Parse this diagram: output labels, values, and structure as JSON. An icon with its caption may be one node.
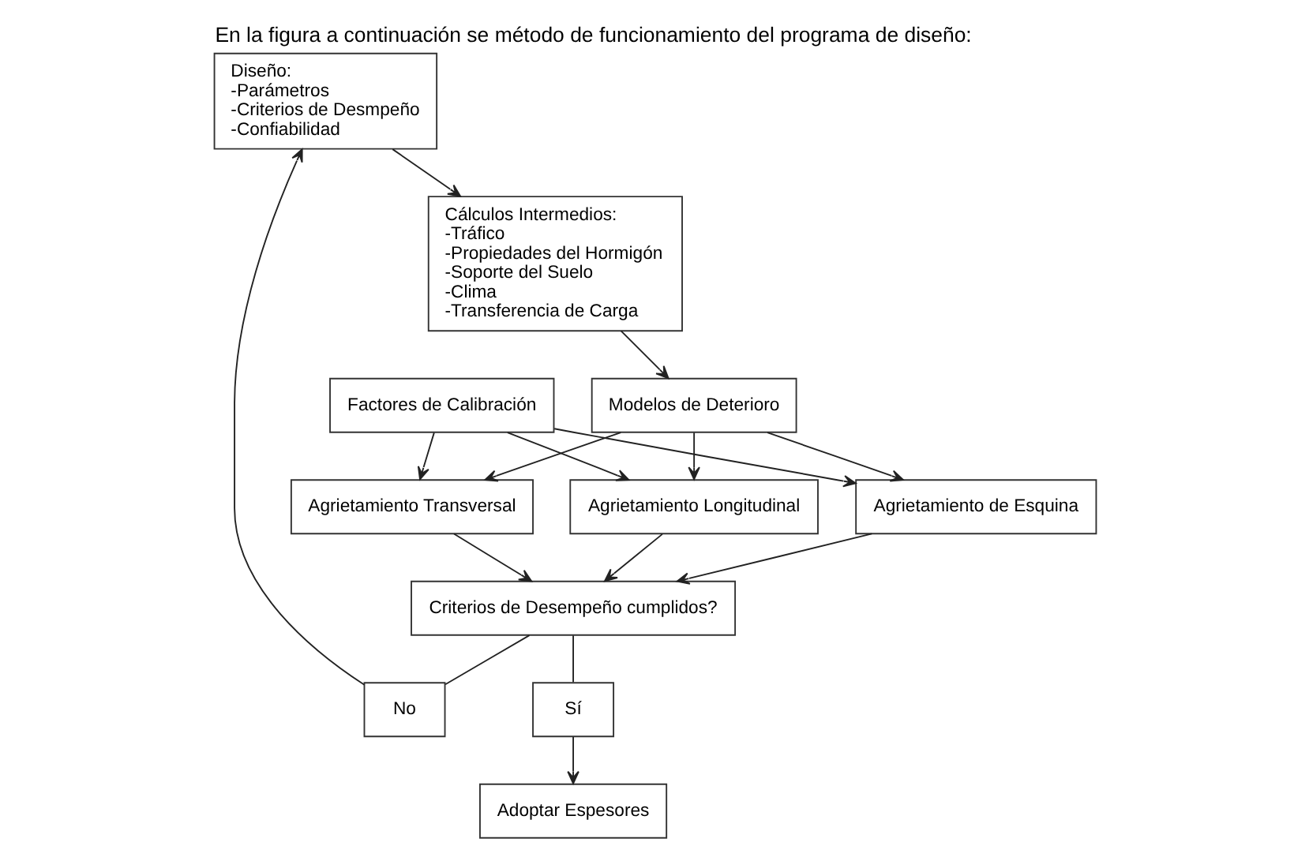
{
  "diagram": {
    "title": "En la figura a continuación se método de funcionamiento del programa de diseño:",
    "nodes": [
      {
        "text": [
          "Diseño:",
          "-Parámetros",
          "-Criterios de Desmpeño",
          "-Confiabilidad"
        ]
      },
      {
        "text": [
          "Cálculos Intermedios:",
          "-Tráfico",
          "-Propiedades del Hormigón",
          "-Soporte del Suelo",
          "-Clima",
          "-Transferencia de Carga"
        ]
      },
      {
        "text": [
          "Modelos de Deterioro"
        ]
      },
      {
        "text": [
          "No"
        ]
      },
      {
        "text": [
          "Agrietamiento Transversal"
        ]
      },
      {
        "text": [
          "Agrietamiento Longitudinal"
        ]
      },
      {
        "text": [
          "Agrietamiento de Esquina"
        ]
      },
      {
        "text": [
          "Criterios de Desempeño cumplidos?"
        ]
      },
      {
        "text": [
          "Sí"
        ]
      },
      {
        "text": [
          "Factores de Calibración"
        ]
      },
      {
        "text": [
          "Adoptar Espesores"
        ]
      }
    ],
    "edges": [
      {
        "from": 0,
        "to": 1,
        "arrow": "to"
      },
      {
        "from": 1,
        "to": 2,
        "arrow": "to"
      },
      {
        "from": 2,
        "to": 4,
        "arrow": "to"
      },
      {
        "from": 2,
        "to": 5,
        "arrow": "to"
      },
      {
        "from": 2,
        "to": 6,
        "arrow": "to"
      },
      {
        "from": 4,
        "to": 7,
        "arrow": "to"
      },
      {
        "from": 5,
        "to": 7,
        "arrow": "to"
      },
      {
        "from": 6,
        "to": 7,
        "arrow": "to"
      },
      {
        "from": 7,
        "to": 3,
        "arrow": "none"
      },
      {
        "from": 7,
        "to": 8,
        "arrow": "none"
      },
      {
        "from": 3,
        "to": 0,
        "arrow": "to"
      },
      {
        "from": 8,
        "to": 10,
        "arrow": "to"
      },
      {
        "from": 9,
        "to": 4,
        "arrow": "to"
      },
      {
        "from": 9,
        "to": 5,
        "arrow": "to"
      },
      {
        "from": 9,
        "to": 6,
        "arrow": "to"
      }
    ]
  }
}
